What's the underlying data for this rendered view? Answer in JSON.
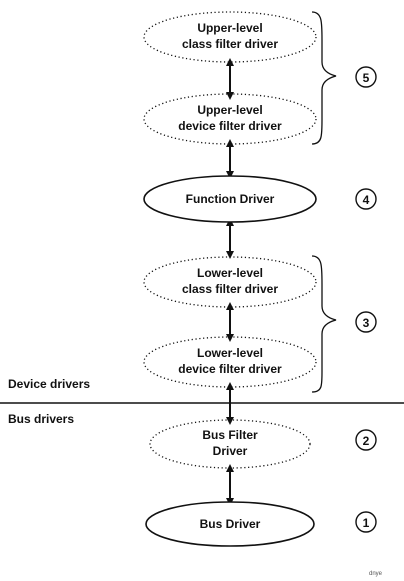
{
  "nodes": [
    {
      "id": "upper-class",
      "lines": [
        "Upper-level",
        "class filter driver"
      ],
      "style": "dotted"
    },
    {
      "id": "upper-device",
      "lines": [
        "Upper-level",
        "device filter driver"
      ],
      "style": "dotted"
    },
    {
      "id": "function",
      "lines": [
        "Function Driver"
      ],
      "style": "solid"
    },
    {
      "id": "lower-class",
      "lines": [
        "Lower-level",
        "class filter driver"
      ],
      "style": "dotted"
    },
    {
      "id": "lower-device",
      "lines": [
        "Lower-level",
        "device filter driver"
      ],
      "style": "dotted"
    },
    {
      "id": "bus-filter",
      "lines": [
        "Bus Filter",
        "Driver"
      ],
      "style": "dotted"
    },
    {
      "id": "bus",
      "lines": [
        "Bus Driver"
      ],
      "style": "solid"
    }
  ],
  "badges": [
    "5",
    "4",
    "3",
    "2",
    "1"
  ],
  "regions": {
    "device_label": "Device drivers",
    "bus_label": "Bus drivers"
  },
  "credit": "dnye"
}
